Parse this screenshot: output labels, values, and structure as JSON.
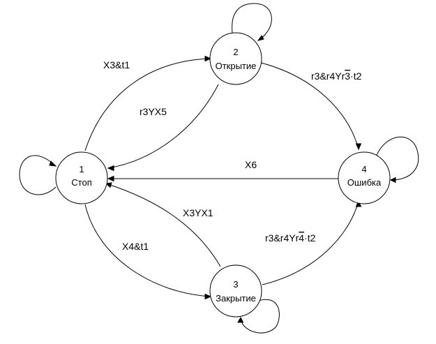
{
  "nodes": {
    "s1": {
      "number": "1",
      "label": "Стоп"
    },
    "s2": {
      "number": "2",
      "label": "Открытие"
    },
    "s3": {
      "number": "3",
      "label": "Закрытие"
    },
    "s4": {
      "number": "4",
      "label": "Ошибка"
    }
  },
  "edges": {
    "e1_2": {
      "label": "X3&t1"
    },
    "e2_1": {
      "label": "r3YX5"
    },
    "e2_4": {
      "label_pre": "r3&r4Yr",
      "label_bar": "3",
      "label_post": "·t2"
    },
    "e4_1": {
      "label": "X6"
    },
    "e1_3": {
      "label": "X4&t1"
    },
    "e3_1": {
      "label": "X3YX1"
    },
    "e3_4": {
      "label_pre": "r3&r4Yr",
      "label_bar": "4",
      "label_post": "·t2"
    }
  }
}
